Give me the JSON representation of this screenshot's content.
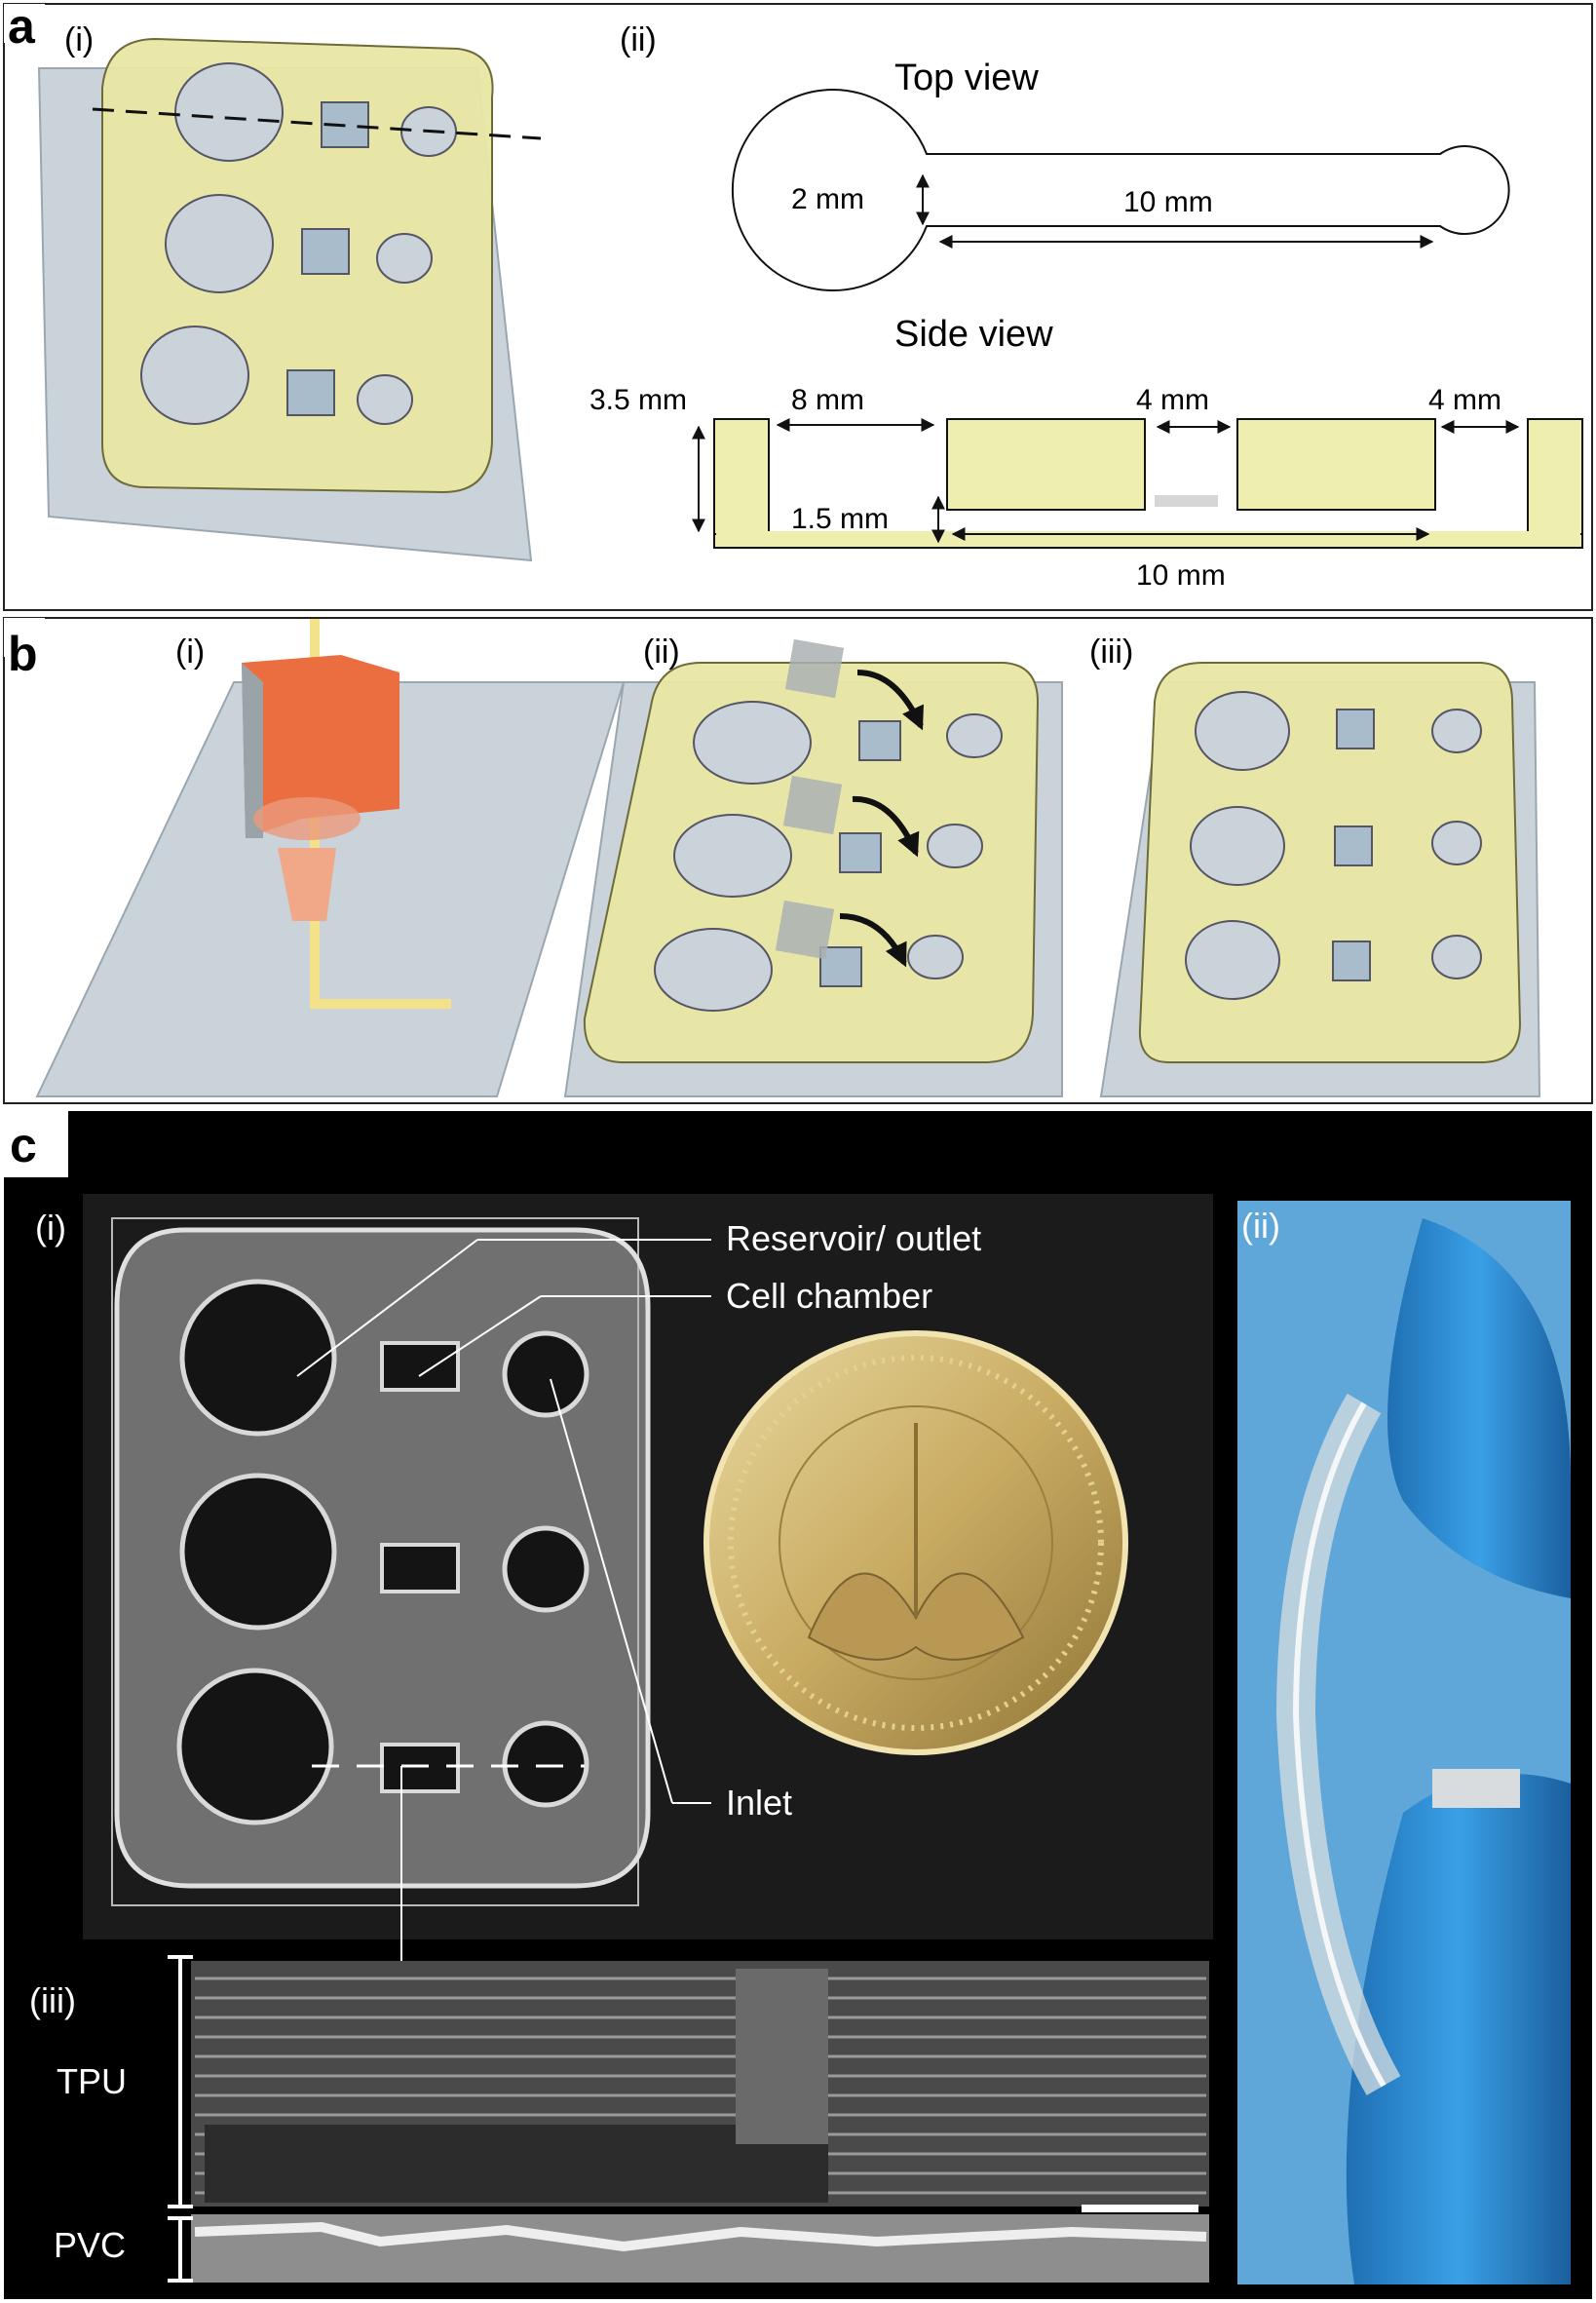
{
  "panel_a": {
    "letter": "a",
    "sub_i": "(i)",
    "sub_ii": "(ii)",
    "top_view": "Top view",
    "side_view": "Side view",
    "dim_2mm": "2 mm",
    "dim_10mm_top": "10 mm",
    "dim_3_5mm": "3.5 mm",
    "dim_8mm": "8 mm",
    "dim_4mm_a": "4 mm",
    "dim_4mm_b": "4 mm",
    "dim_1_5mm": "1.5 mm",
    "dim_10mm_side": "10 mm"
  },
  "panel_b": {
    "letter": "b",
    "sub_i": "(i)",
    "sub_ii": "(ii)",
    "sub_iii": "(iii)"
  },
  "panel_c": {
    "letter": "c",
    "sub_i": "(i)",
    "sub_ii": "(ii)",
    "sub_iii": "(iii)",
    "reservoir": "Reservoir/ outlet",
    "cell_chamber": "Cell chamber",
    "inlet": "Inlet",
    "tpu": "TPU",
    "pvc": "PVC"
  },
  "colors": {
    "device_yellow": "#e9e7a4",
    "plate_blue": "#c9d3d9",
    "nozzle_orange": "#e96c3e",
    "glove_blue": "#2f8fd6"
  }
}
